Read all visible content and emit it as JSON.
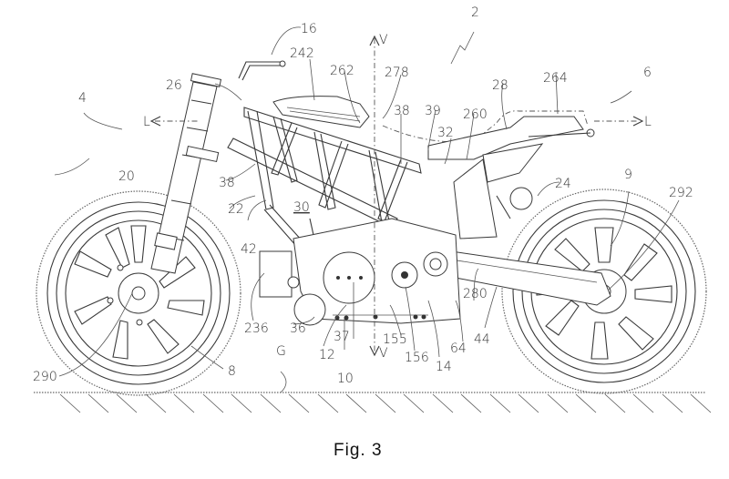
{
  "figure": {
    "caption": "Fig. 3",
    "subject": "Motorcycle side view patent drawing"
  },
  "axes": {
    "vertical_top": "V",
    "vertical_bottom": "V",
    "longitudinal_front": "L",
    "longitudinal_rear": "L",
    "ground": "G"
  },
  "reference_numerals": {
    "vehicle": "2",
    "front_section": "4",
    "rear_section": "6",
    "front_wheel": "8",
    "rear_wheel": "9",
    "powertrain_assembly": "10",
    "motor": "12",
    "transmission": "14",
    "handlebar": "16",
    "front_fork_assembly": "20",
    "fork_tube": "22",
    "rear_shock": "24",
    "steering_head": "26",
    "seat": "28",
    "frame": "30",
    "subframe_mount": "32",
    "motor_output": "36",
    "motor_mount": "37",
    "frame_rail_front": "38",
    "frame_rail_upper": "38",
    "frame_member": "39",
    "front_mount": "42",
    "swingarm": "44",
    "belt": "64",
    "bracket_155": "155",
    "sprocket": "156",
    "battery_box": "236",
    "fuel_tank_cover": "242",
    "rear_frame": "260",
    "tank_strap": "262",
    "tail_section": "264",
    "seat_bracket": "278",
    "swingarm_pivot": "280",
    "front_axle": "290",
    "rear_axle": "292"
  }
}
